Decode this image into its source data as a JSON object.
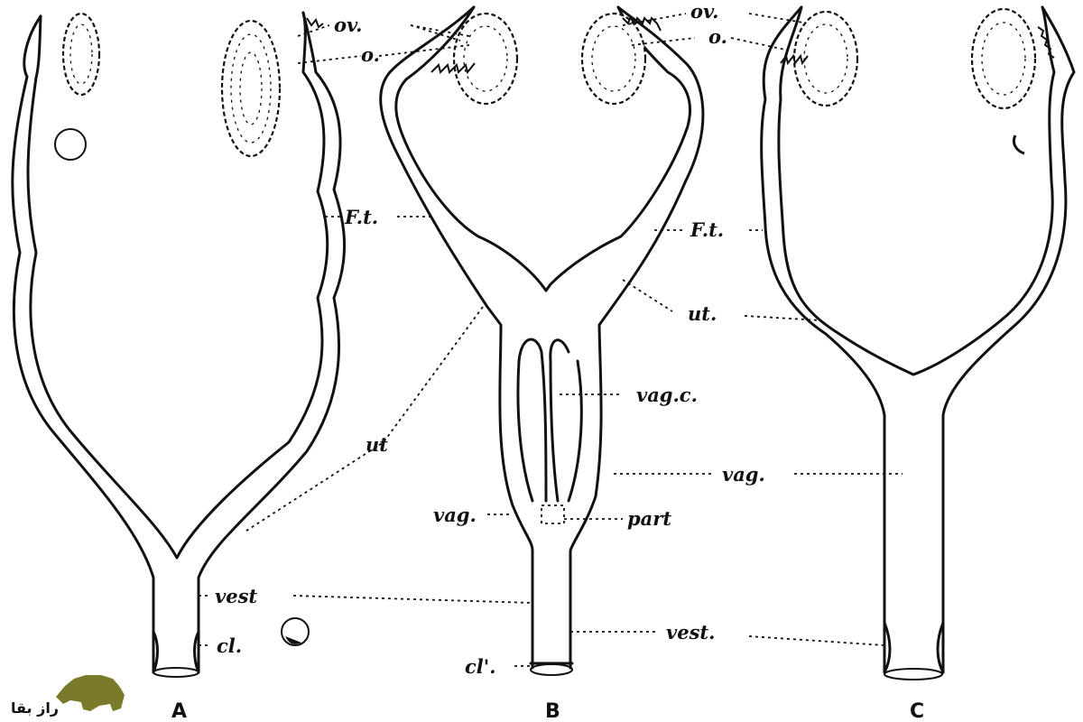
{
  "panels": [
    {
      "id": "A",
      "label": "A"
    },
    {
      "id": "B",
      "label": "B"
    },
    {
      "id": "C",
      "label": "C"
    }
  ],
  "labels": {
    "ov": "ov.",
    "o": "o.",
    "ft": "F.t.",
    "ut": "ut.",
    "ut_a": "ut",
    "vag_c": "vag.c.",
    "vag": "vag.",
    "part": "part",
    "vest": "vest",
    "vest_dot": "vest.",
    "cl": "cl.",
    "cl_prime": "cl'."
  },
  "watermark": {
    "text": "راز بقا",
    "icon": "rhino-icon",
    "colors": {
      "icon": "#7a7a2a",
      "text": "#d4a514"
    }
  }
}
